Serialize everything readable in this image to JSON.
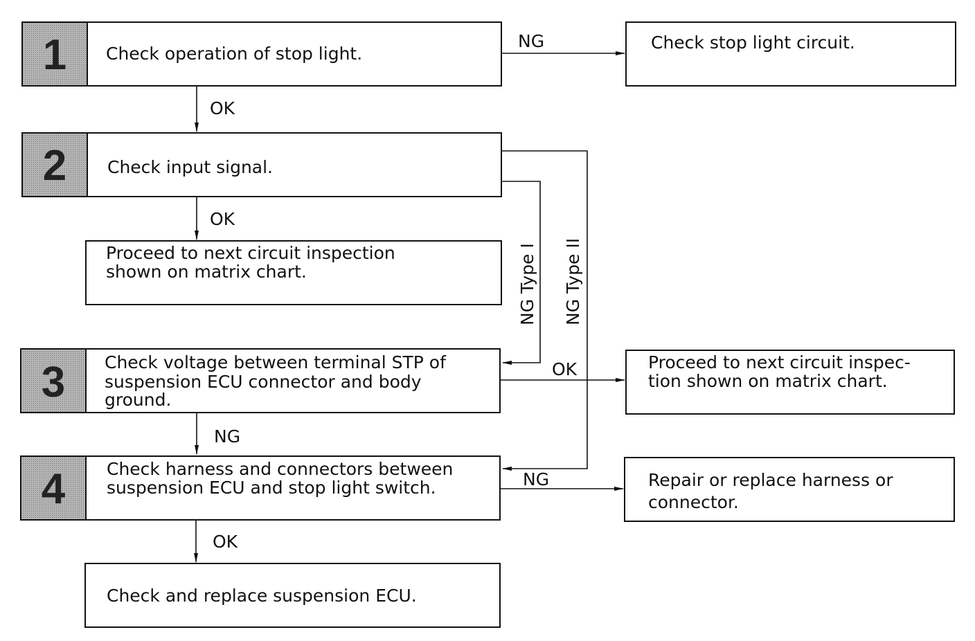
{
  "colors": {
    "number_fill": "#a9a9a9",
    "line": "#111111"
  },
  "steps": [
    {
      "number": "1",
      "lines": [
        "Check operation of stop light."
      ]
    },
    {
      "number": "2",
      "lines": [
        "Check input signal."
      ]
    },
    {
      "number": "3",
      "lines": [
        "Check voltage between terminal STP of",
        "suspension ECU connector and body",
        "ground."
      ]
    },
    {
      "number": "4",
      "lines": [
        "Check harness and connectors between",
        "suspension ECU and stop light switch."
      ]
    }
  ],
  "results": {
    "stop_light_circuit": [
      "Check stop light circuit."
    ],
    "next_inspection_1": [
      "Proceed to next circuit inspection",
      "shown on matrix chart."
    ],
    "next_inspection_2": [
      "Proceed to next circuit inspec-",
      "tion shown on matrix chart."
    ],
    "repair_harness": [
      "Repair or replace harness or",
      "connector."
    ],
    "replace_ecu": [
      "Check and replace suspension ECU."
    ]
  },
  "labels": {
    "s1_ng": "NG",
    "s1_ok": "OK",
    "s2_ok": "OK",
    "s2_ng_type1": "NG Type I",
    "s2_ng_type2": "NG Type II",
    "s3_ok": "OK",
    "s3_ng": "NG",
    "s4_ng": "NG",
    "s4_ok": "OK"
  }
}
